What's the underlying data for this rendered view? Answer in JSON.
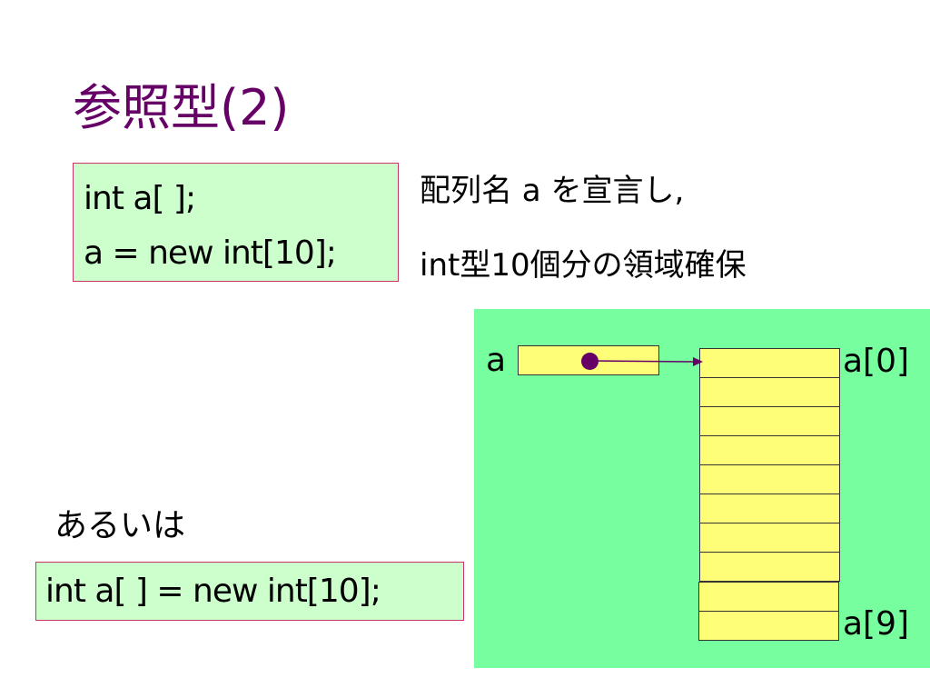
{
  "slide": {
    "title": "参照型(2)",
    "code_top": {
      "line1": "int a[ ];",
      "line2": "a = new int[10];"
    },
    "description": {
      "line1": "配列名 a を宣言し,",
      "line2": "int型10個分の領域確保"
    },
    "alternative_label": "あるいは",
    "code_bottom": "int a[ ] = new int[10];"
  },
  "diagram": {
    "variable_label": "a",
    "array_length": 10,
    "first_index_label": "a[0]",
    "last_index_label": "a[9]"
  },
  "colors": {
    "title": "#660066",
    "code_box_fill": "#ccffcc",
    "code_box_border": "#cc3366",
    "panel_fill": "#77ff9f",
    "cell_fill": "#ffff77",
    "pointer_dot": "#660066"
  }
}
